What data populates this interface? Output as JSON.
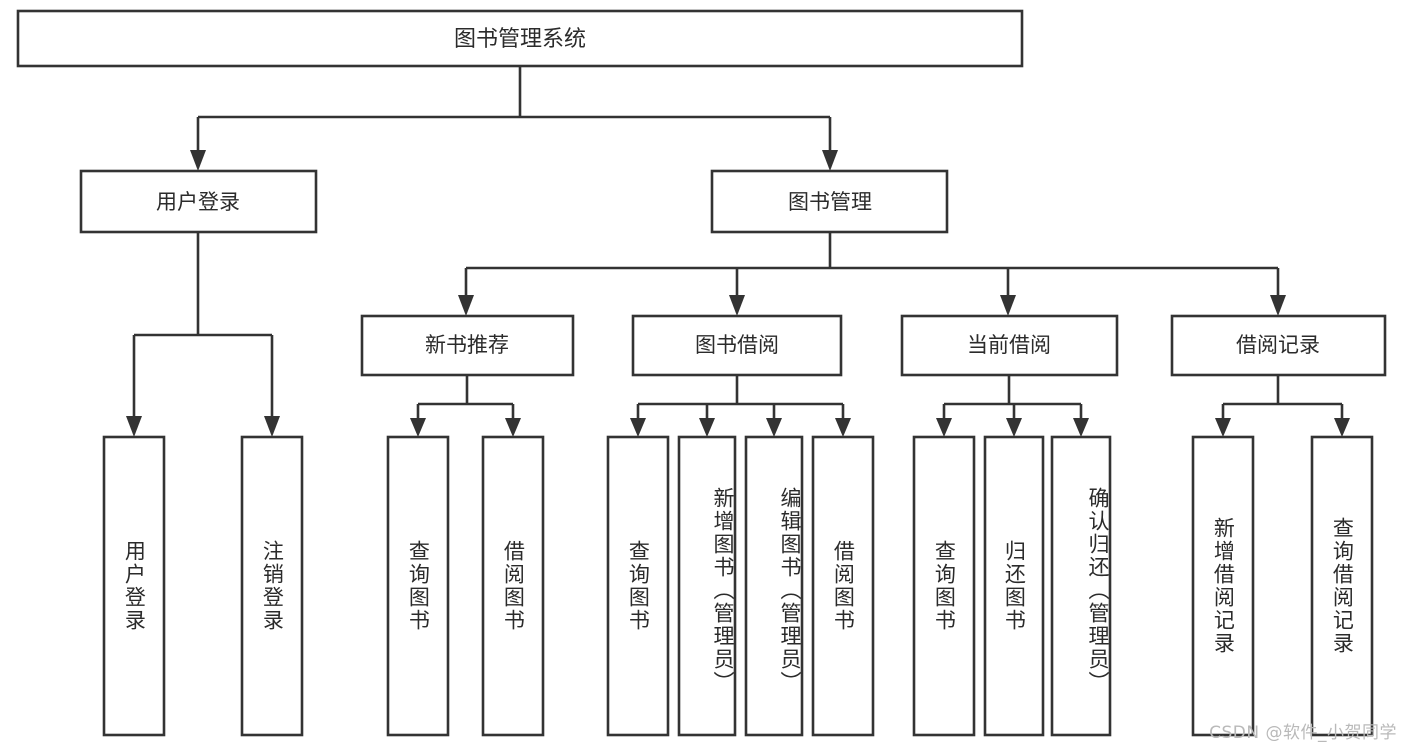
{
  "diagram": {
    "type": "tree-hierarchy-chart",
    "title": "图书管理系统",
    "orientation": "top-down",
    "colors": {
      "box_fill": "#ffffff",
      "box_stroke": "#333333",
      "text": "#2b2b2b",
      "background": "#ffffff",
      "watermark": "#b9b9b9"
    },
    "levels": {
      "root": {
        "label": "图书管理系统"
      },
      "level2": [
        {
          "label": "用户登录"
        },
        {
          "label": "图书管理"
        }
      ],
      "level3": [
        {
          "label": "新书推荐"
        },
        {
          "label": "图书借阅"
        },
        {
          "label": "当前借阅"
        },
        {
          "label": "借阅记录"
        }
      ],
      "leaves_user_login": [
        {
          "label": "用户登录"
        },
        {
          "label": "注销登录"
        }
      ],
      "leaves_new_book": [
        {
          "label": "查询图书"
        },
        {
          "label": "借阅图书"
        }
      ],
      "leaves_borrow": [
        {
          "label": "查询图书"
        },
        {
          "label": "新增图书（管理员）"
        },
        {
          "label": "编辑图书（管理员）"
        },
        {
          "label": "借阅图书"
        }
      ],
      "leaves_current": [
        {
          "label": "查询图书"
        },
        {
          "label": "归还图书"
        },
        {
          "label": "确认归还（管理员）"
        }
      ],
      "leaves_records": [
        {
          "label": "新增借阅记录"
        },
        {
          "label": "查询借阅记录"
        }
      ]
    }
  },
  "watermark": {
    "text": "CSDN @软件_小贺同学"
  }
}
